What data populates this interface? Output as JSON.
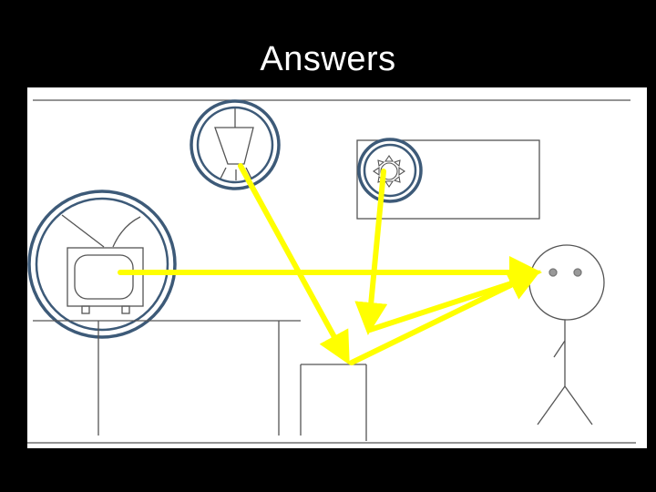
{
  "slide": {
    "title": "Answers"
  },
  "colors": {
    "background": "#000000",
    "title": "#ffffff",
    "scene_background": "#ffffff",
    "sketch_line": "#555555",
    "highlight_ring": "#3d5a78",
    "arrow": "#ffff00"
  },
  "diagram": {
    "objects": [
      "ceiling-lamp",
      "window-with-sun",
      "television",
      "table",
      "chair",
      "stick-figure-person"
    ],
    "highlighted": [
      "ceiling-lamp",
      "sun",
      "television"
    ],
    "arrows": [
      {
        "from": "ceiling-lamp",
        "to": "chair"
      },
      {
        "from": "sun",
        "to": "chair"
      },
      {
        "from": "chair",
        "to": "person"
      },
      {
        "from": "television",
        "to": "person"
      }
    ]
  }
}
